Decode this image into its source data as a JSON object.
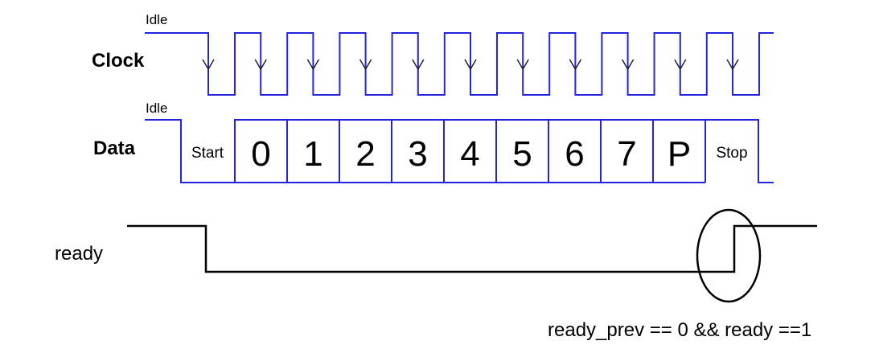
{
  "labels": {
    "clock_idle": "Idle",
    "clock": "Clock",
    "data_idle": "Idle",
    "data": "Data",
    "ready": "ready",
    "condition": "ready_prev == 0 && ready ==1"
  },
  "data_frame": {
    "start": "Start",
    "bits": [
      "0",
      "1",
      "2",
      "3",
      "4",
      "5",
      "6",
      "7",
      "P"
    ],
    "stop": "Stop"
  },
  "colors": {
    "signal": "#2424e0",
    "ready_line": "#000000"
  }
}
